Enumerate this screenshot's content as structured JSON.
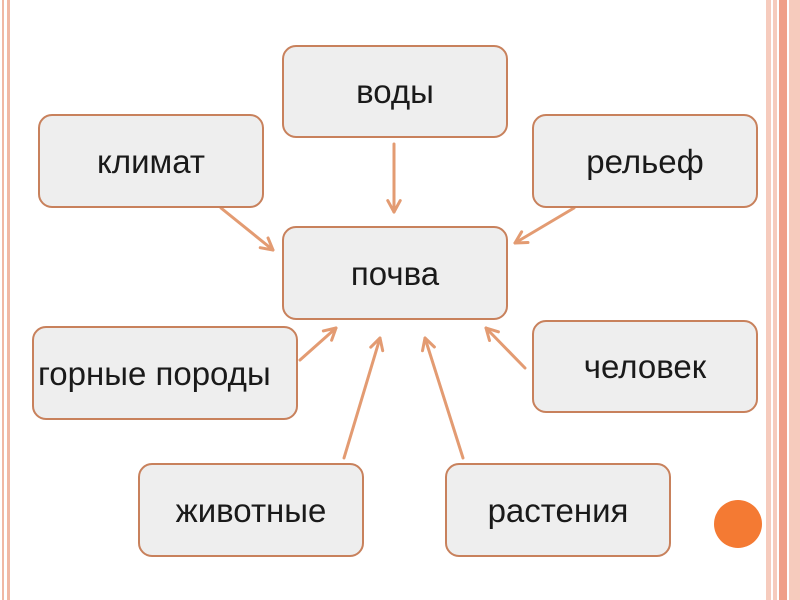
{
  "diagram": {
    "center": {
      "label": "почва"
    },
    "factors": [
      {
        "id": "vody",
        "label": "воды"
      },
      {
        "id": "klimat",
        "label": "климат"
      },
      {
        "id": "relef",
        "label": "рельеф"
      },
      {
        "id": "gornye-porody",
        "label": "горные породы"
      },
      {
        "id": "chelovek",
        "label": "человек"
      },
      {
        "id": "zhivotnye",
        "label": "животные"
      },
      {
        "id": "rasteniya",
        "label": "растения"
      }
    ]
  },
  "colors": {
    "node_border": "#c8815c",
    "node_fill": "#eeeeee",
    "arrow": "#e39b72",
    "frame_left": "#f0b8a4",
    "frame_right_light": "#f6cbbd",
    "frame_right_dark": "#ef9f88",
    "accent_dot": "#f47a33"
  }
}
